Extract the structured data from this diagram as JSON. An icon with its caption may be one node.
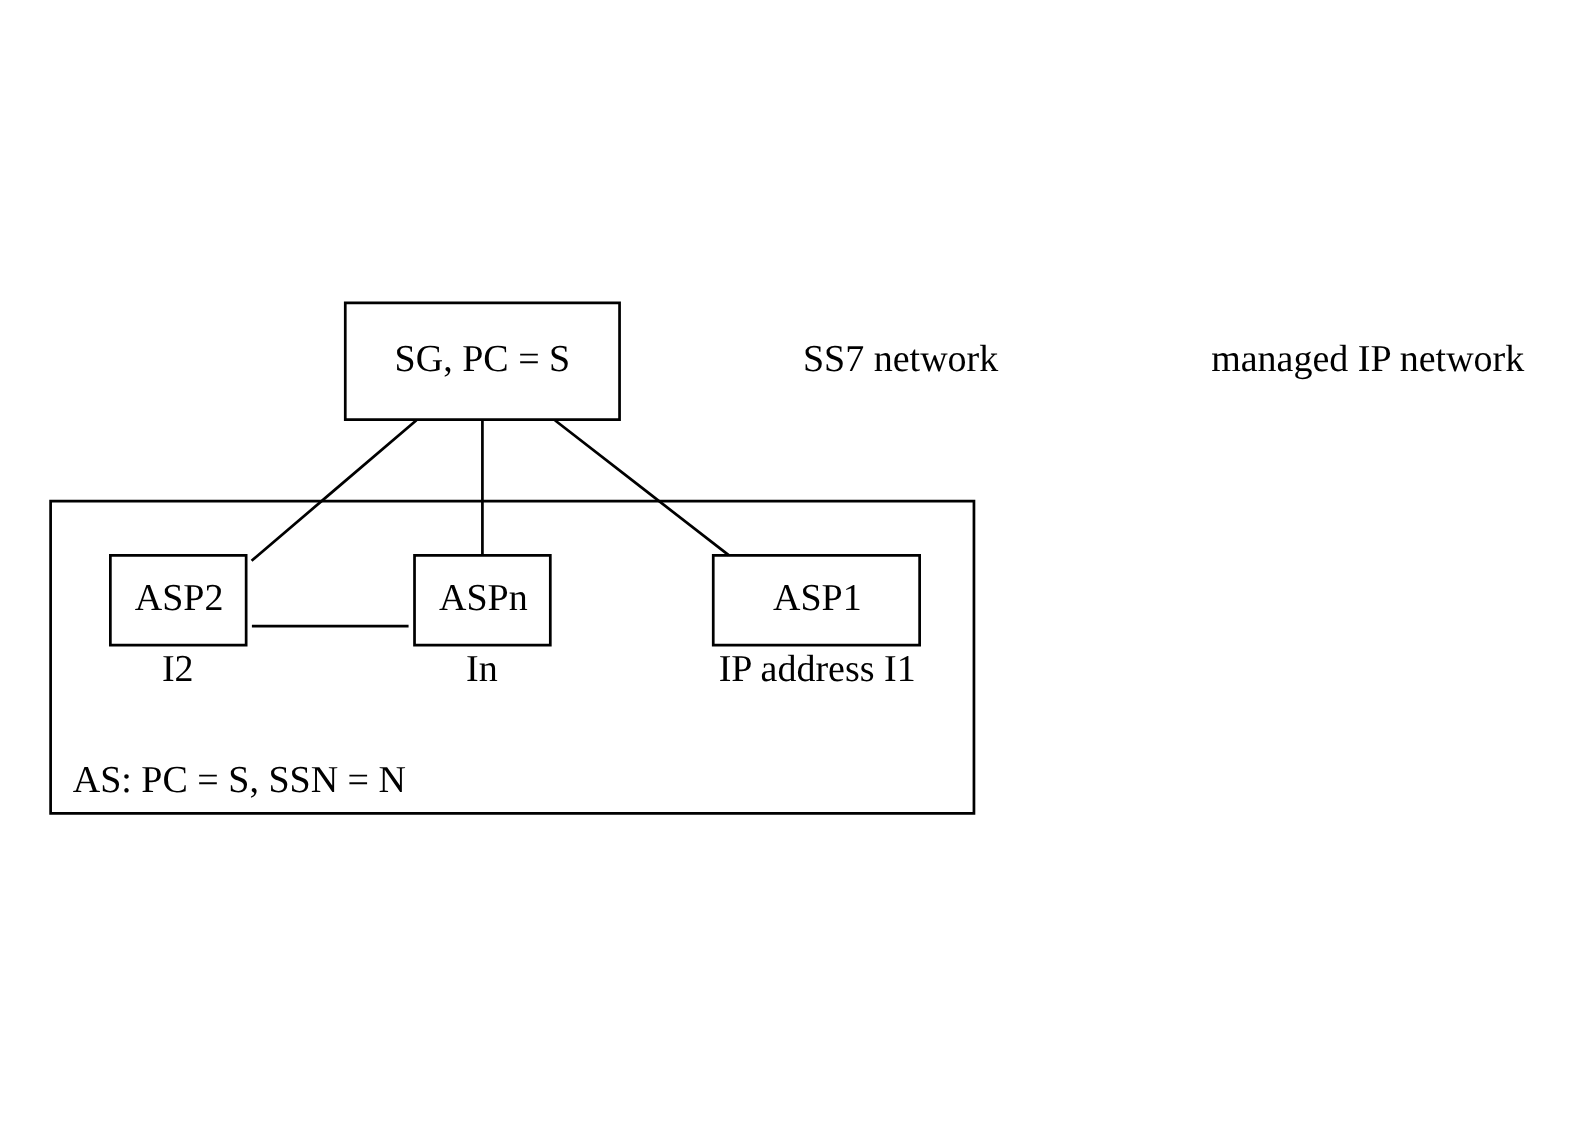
{
  "diagram": {
    "nodes": [
      {
        "text": [
          "SG, PC = S"
        ]
      },
      {
        "text": [
          "AS: PC = S, SSN = N"
        ]
      },
      {
        "text": [
          "ASP1"
        ],
        "in": 1,
        "beside": [
          "IP address I1"
        ]
      },
      {
        "text": [
          "ASP2"
        ],
        "in": 1,
        "beside": [
          "I2"
        ]
      },
      {
        "text": [
          "ASPn"
        ],
        "in": 1,
        "beside": [
          "In"
        ]
      }
    ],
    "edges": [
      {
        "from": 0,
        "to": 2,
        "arrow": "none"
      },
      {
        "from": 0,
        "to": 3,
        "arrow": "none"
      },
      {
        "from": 0,
        "to": 4,
        "arrow": "none"
      },
      {
        "from": 3,
        "to": 4,
        "arrow": "none"
      }
    ],
    "labels": [
      "SS7 network",
      "managed IP network"
    ]
  }
}
